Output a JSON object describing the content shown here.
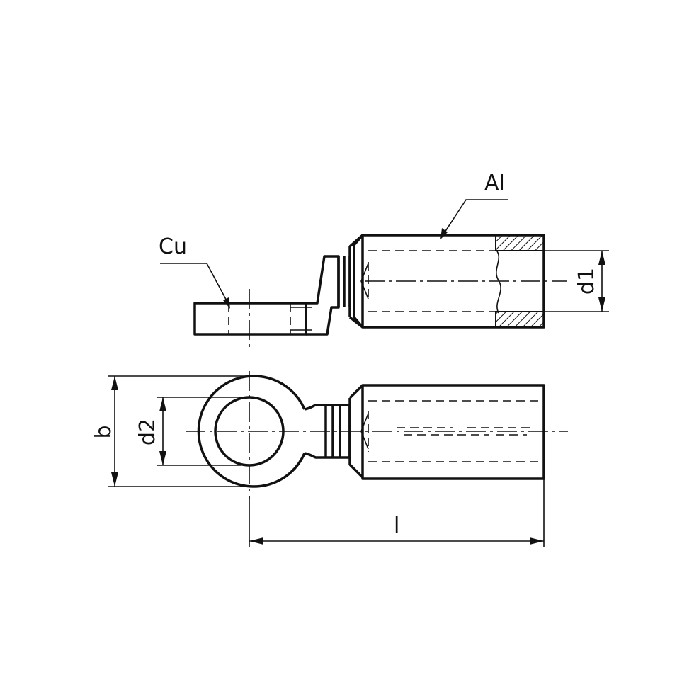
{
  "labels": {
    "al": "Al",
    "cu": "Cu",
    "d1": "d1",
    "d2": "d2",
    "b": "b",
    "l": "l"
  }
}
